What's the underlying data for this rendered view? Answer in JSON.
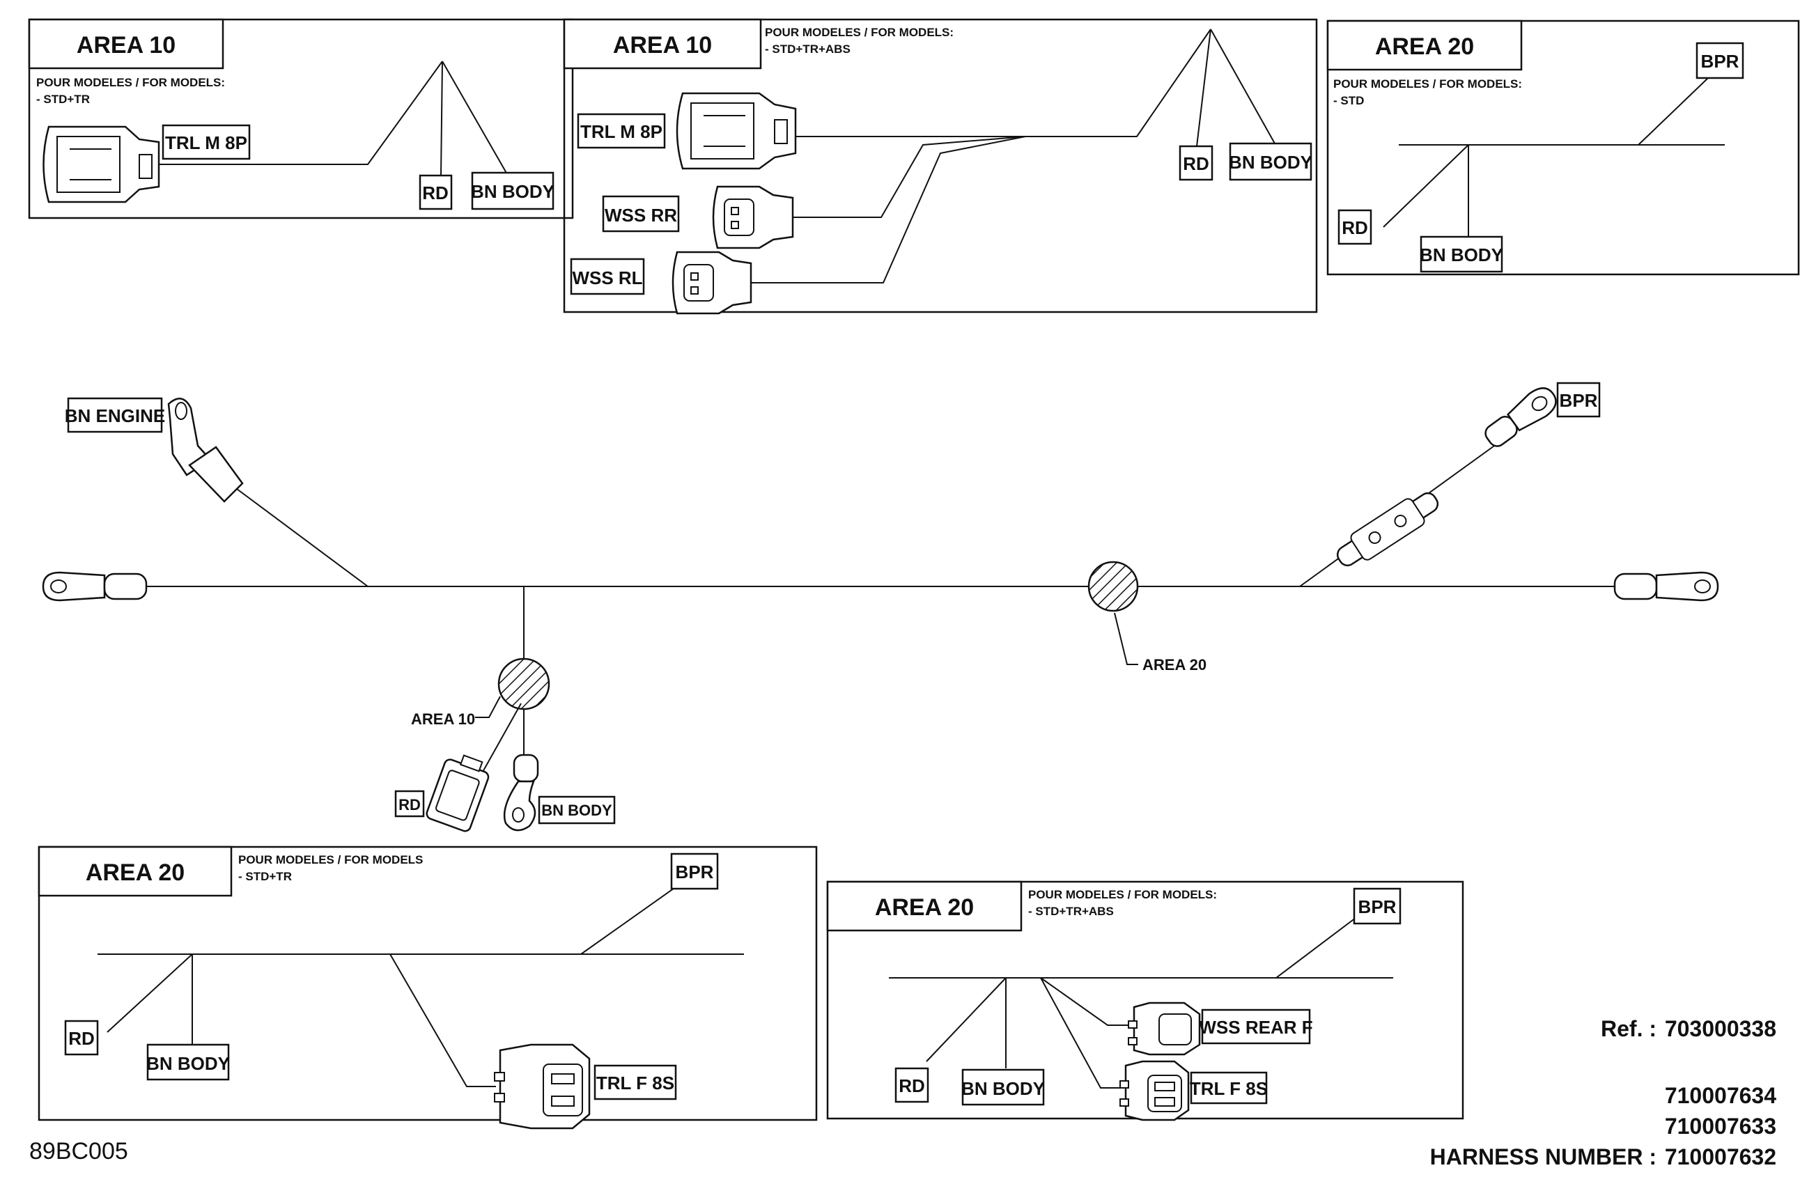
{
  "panels": {
    "top_left": {
      "title": "AREA 10",
      "note_line1": "POUR MODELES / FOR MODELS:",
      "note_line2": "- STD+TR",
      "labels": {
        "trl_m_8p": "TRL M 8P",
        "rd": "RD",
        "bn_body": "BN BODY"
      }
    },
    "top_mid": {
      "title": "AREA 10",
      "note_line1": "POUR MODELES / FOR MODELS:",
      "note_line2": "- STD+TR+ABS",
      "labels": {
        "trl_m_8p": "TRL M 8P",
        "wss_rr": "WSS RR",
        "wss_rl": "WSS RL",
        "rd": "RD",
        "bn_body": "BN BODY"
      }
    },
    "top_right": {
      "title": "AREA 20",
      "note_line1": "POUR MODELES / FOR MODELS:",
      "note_line2": "- STD",
      "labels": {
        "bpr": "BPR",
        "rd": "RD",
        "bn_body": "BN BODY"
      }
    },
    "bottom_left": {
      "title": "AREA 20",
      "note_line1": "POUR MODELES / FOR MODELS",
      "note_line2": "- STD+TR",
      "labels": {
        "bpr": "BPR",
        "rd": "RD",
        "bn_body": "BN BODY",
        "trl_f_8s": "TRL F 8S"
      }
    },
    "bottom_mid": {
      "title": "AREA 20",
      "note_line1": "POUR MODELES / FOR MODELS:",
      "note_line2": "- STD+TR+ABS",
      "labels": {
        "bpr": "BPR",
        "wss_rear_f": "WSS REAR F",
        "trl_f_8s": "TRL F 8S",
        "rd": "RD",
        "bn_body": "BN BODY"
      }
    }
  },
  "main": {
    "bn_engine": "BN ENGINE",
    "bpr": "BPR",
    "area_10": "AREA 10",
    "area_20": "AREA 20",
    "rd": "RD",
    "bn_body": "BN BODY"
  },
  "footer": {
    "ref_label": "Ref. :",
    "ref_value": "703000338",
    "harness_numbers": [
      "710007634",
      "710007633",
      "710007632"
    ],
    "harness_label": "HARNESS NUMBER :",
    "figure_code": "89BC005"
  }
}
